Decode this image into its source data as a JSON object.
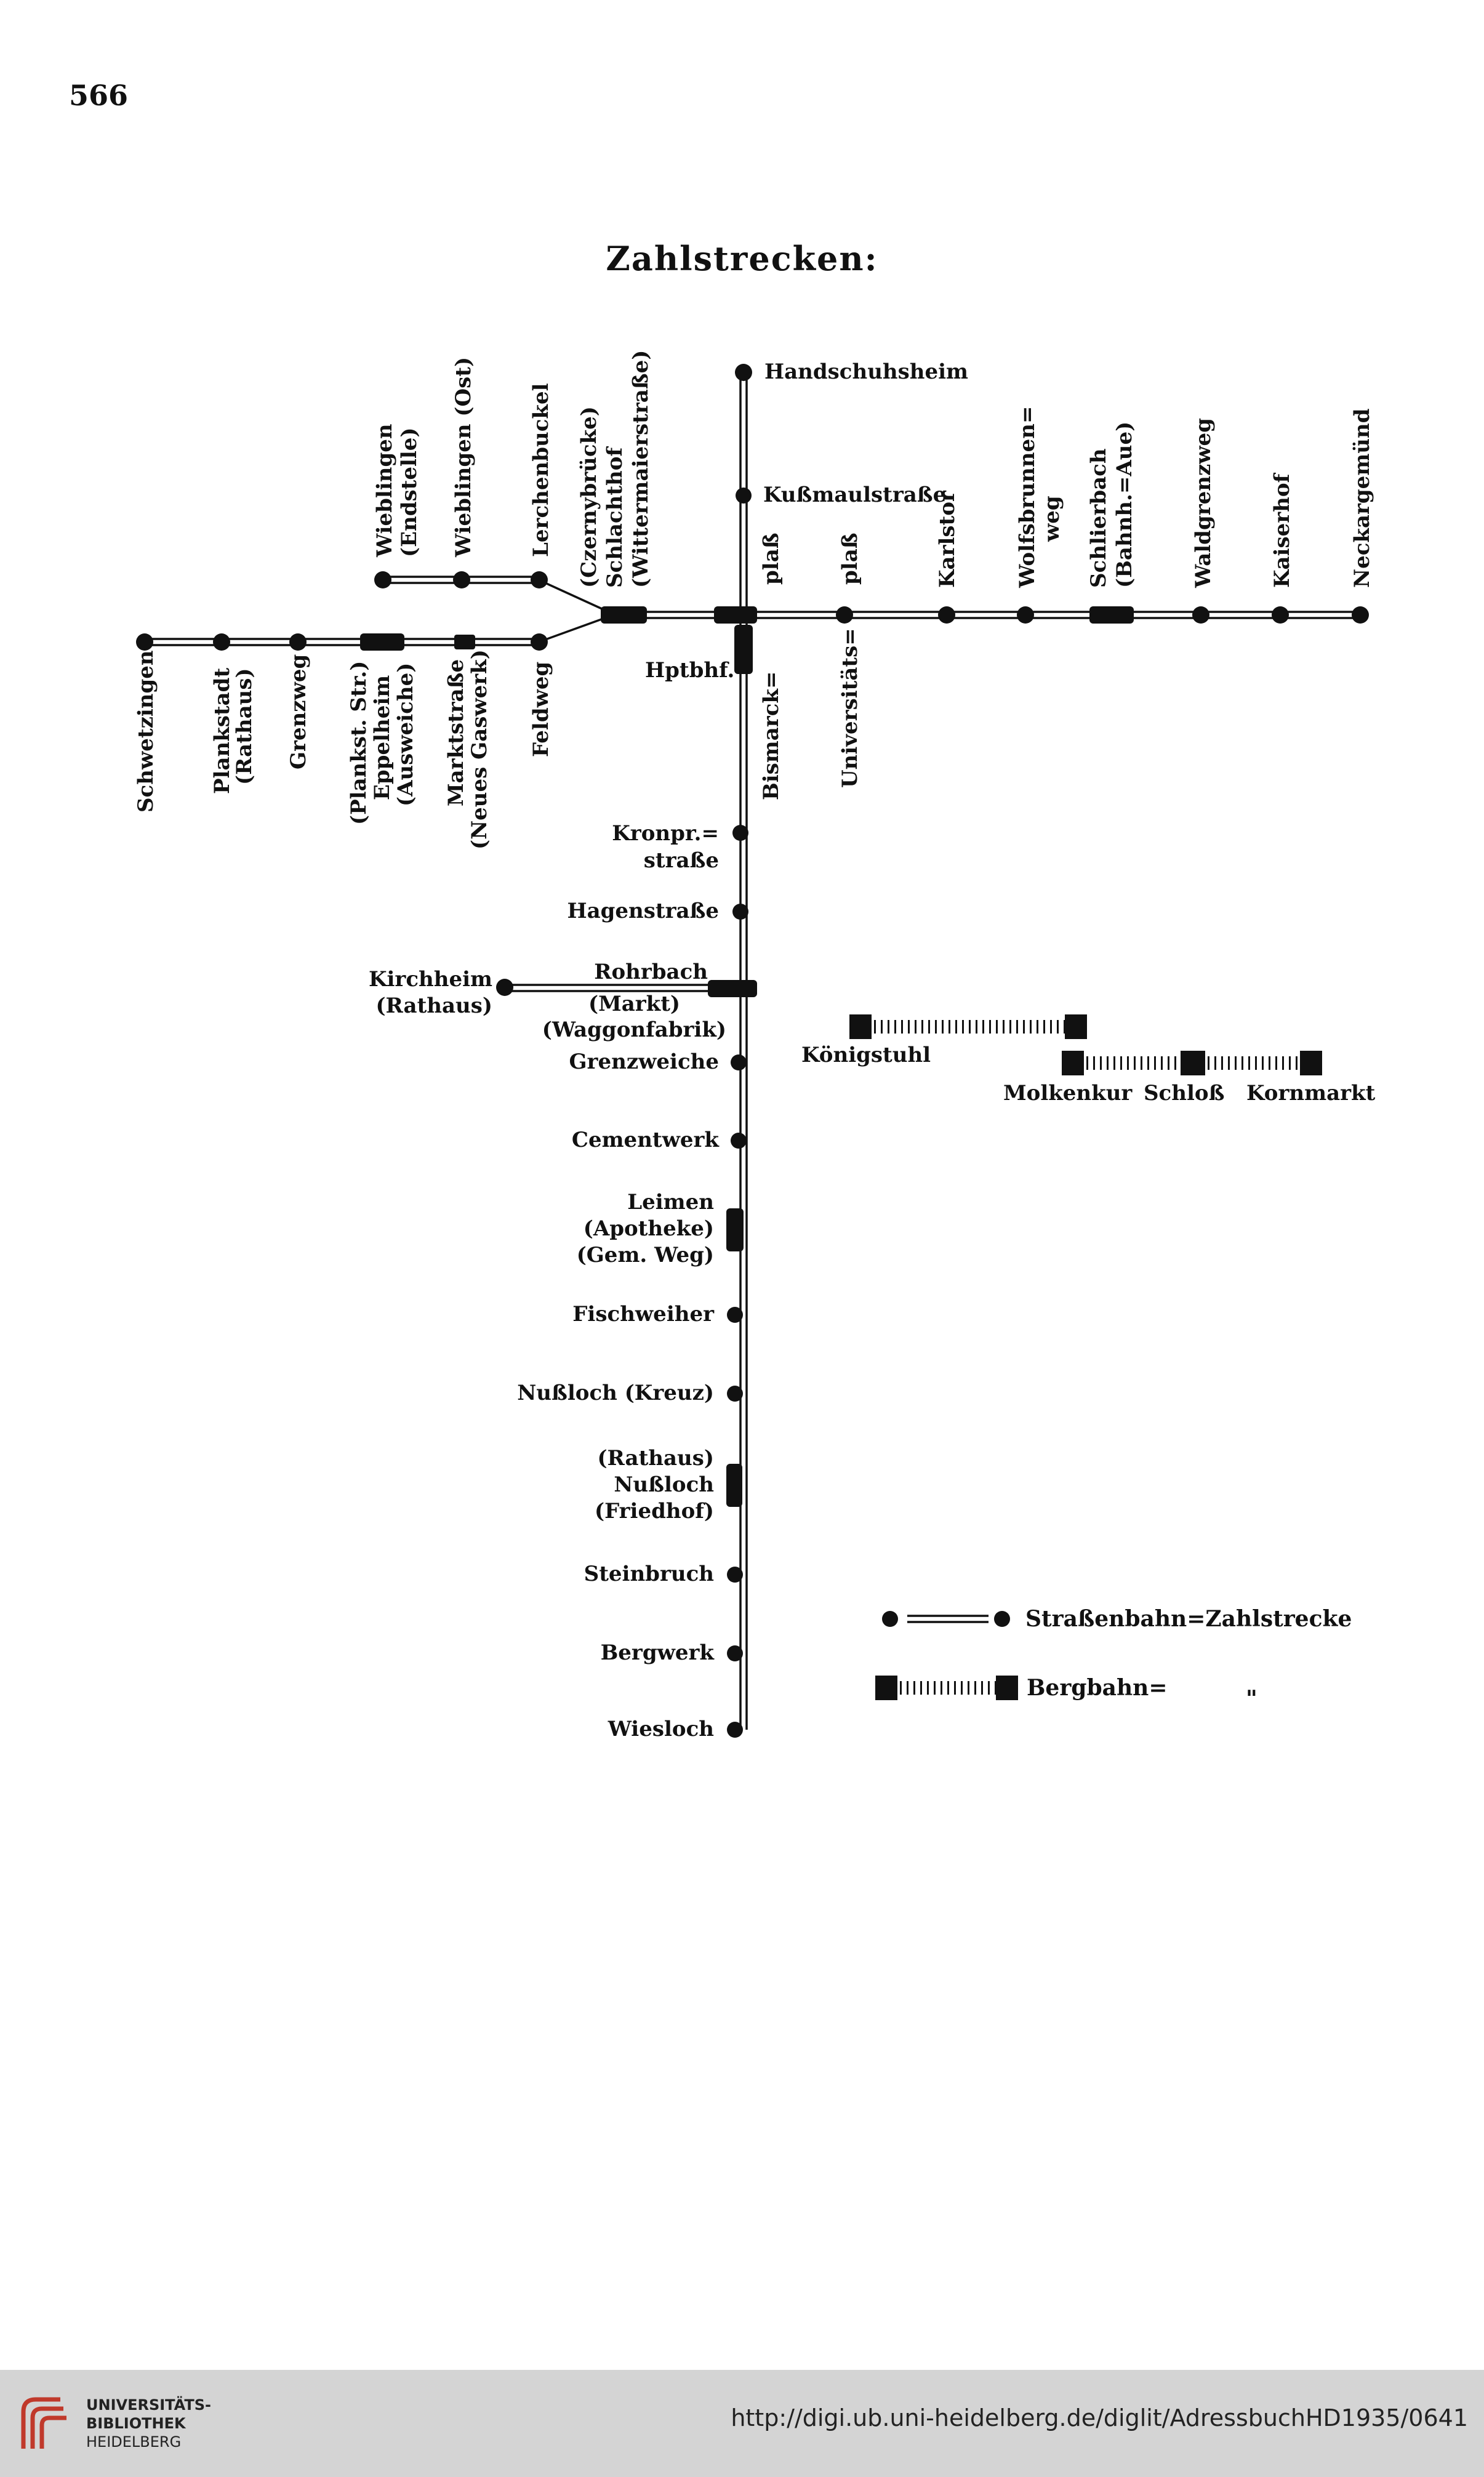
{
  "page_number": "566",
  "title": "Zahlstrecken:",
  "stations": {
    "handschuhsheim": "Handschuhsheim",
    "kussmaulstrasse": "Kußmaulstraße",
    "bismarckplatz_1": "plaß",
    "bismarckplatz_2": "Bismarck=",
    "hptbhf": "Hptbhf.",
    "universitaetsplatz_1": "plaß",
    "universitaetsplatz_2": "Universitäts=",
    "karlstor": "Karlstor",
    "wolfsbrunnenweg_1": "Wolfsbrunnen=",
    "wolfsbrunnenweg_2": "weg",
    "schlierbach_1": "Schlierbach",
    "schlierbach_2": "(Bahnh.=Aue)",
    "waldgrenzweg": "Waldgrenzweg",
    "kaiserhof": "Kaiserhof",
    "neckargemuend": "Neckargemünd",
    "schwetzingen": "Schwetzingen",
    "plankstadt_1": "Plankstadt",
    "plankstadt_2": "(Rathaus)",
    "grenzweg": "Grenzweg",
    "eppelheim_1": "(Plankst. Str.)",
    "eppelheim_2": "Eppelheim",
    "eppelheim_3": "(Ausweiche)",
    "marktstrasse_1": "Marktstraße",
    "marktstrasse_2": "(Neues Gaswerk)",
    "feldweg": "Feldweg",
    "wieblingen_end_1": "Wieblingen",
    "wieblingen_end_2": "(Endstelle)",
    "wieblingen_ost": "Wieblingen (Ost)",
    "lerchenbuckel": "Lerchenbuckel",
    "schlachthof_1": "(Czernybrücke)",
    "schlachthof_2": "Schlachthof",
    "schlachthof_3": "(Wittermaierstraße)",
    "kronprinz_1": "Kronpr.=",
    "kronprinz_2": "straße",
    "hagenstrasse": "Hagenstraße",
    "kirchheim_1": "Kirchheim",
    "kirchheim_2": "(Rathaus)",
    "rohrbach_1": "Rohrbach",
    "rohrbach_2": "(Markt)",
    "rohrbach_3": "(Waggonfabrik)",
    "grenzweiche": "Grenzweiche",
    "cementwerk": "Cementwerk",
    "leimen_1": "Leimen",
    "leimen_2": "(Apotheke)",
    "leimen_3": "(Gem. Weg)",
    "fischweiher": "Fischweiher",
    "nussloch_kreuz": "Nußloch (Kreuz)",
    "nussloch_1": "(Rathaus)",
    "nussloch_2": "Nußloch",
    "nussloch_3": "(Friedhof)",
    "steinbruch": "Steinbruch",
    "bergwerk": "Bergwerk",
    "wiesloch": "Wiesloch",
    "koenigstuhl": "Königstuhl",
    "molkenkur": "Molkenkur",
    "schloss": "Schloß",
    "kornmarkt": "Kornmarkt"
  },
  "legend": {
    "tram_label": "Straßenbahn=Zahlstrecke",
    "mountain_label": "Bergbahn=",
    "ditto_mark": "\""
  },
  "footer": {
    "logo_line1": "UNIVERSITÄTS-",
    "logo_line2": "BIBLIOTHEK",
    "logo_line3": "HEIDELBERG",
    "url": "http://digi.ub.uni-heidelberg.de/diglit/AdressbuchHD1935/0641"
  },
  "colors": {
    "ink": "#111111",
    "footer_bg": "#d4d4d4",
    "logo_red": "#c0392b"
  }
}
